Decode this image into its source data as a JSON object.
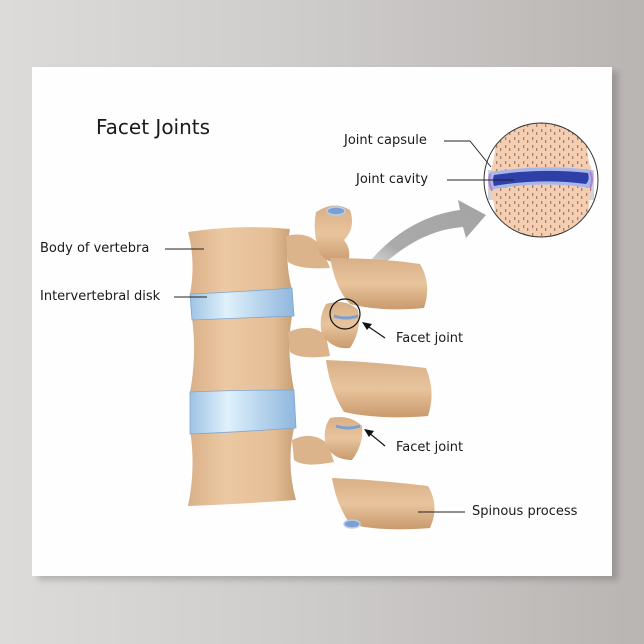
{
  "title": "Facet Joints",
  "labels": {
    "body_of_vertebra": "Body of vertebra",
    "intervertebral_disk": "Intervertebral disk",
    "facet_joint_upper": "Facet joint",
    "facet_joint_lower": "Facet joint",
    "spinous_process": "Spinous process",
    "joint_capsule": "Joint capsule",
    "joint_cavity": "Joint cavity"
  },
  "colors": {
    "bone": "#e6c09a",
    "bone_shadow": "#c99f74",
    "disk": "#a9cbe8",
    "disk_light": "#d6ebf8",
    "cavity": "#2f3fa8",
    "capsule": "#c9c9d6",
    "inset_bone": "#f5cdb0",
    "arrow": "#a8a8a8",
    "background_left": "#dcdbda",
    "background_right": "#b9b5b3"
  }
}
